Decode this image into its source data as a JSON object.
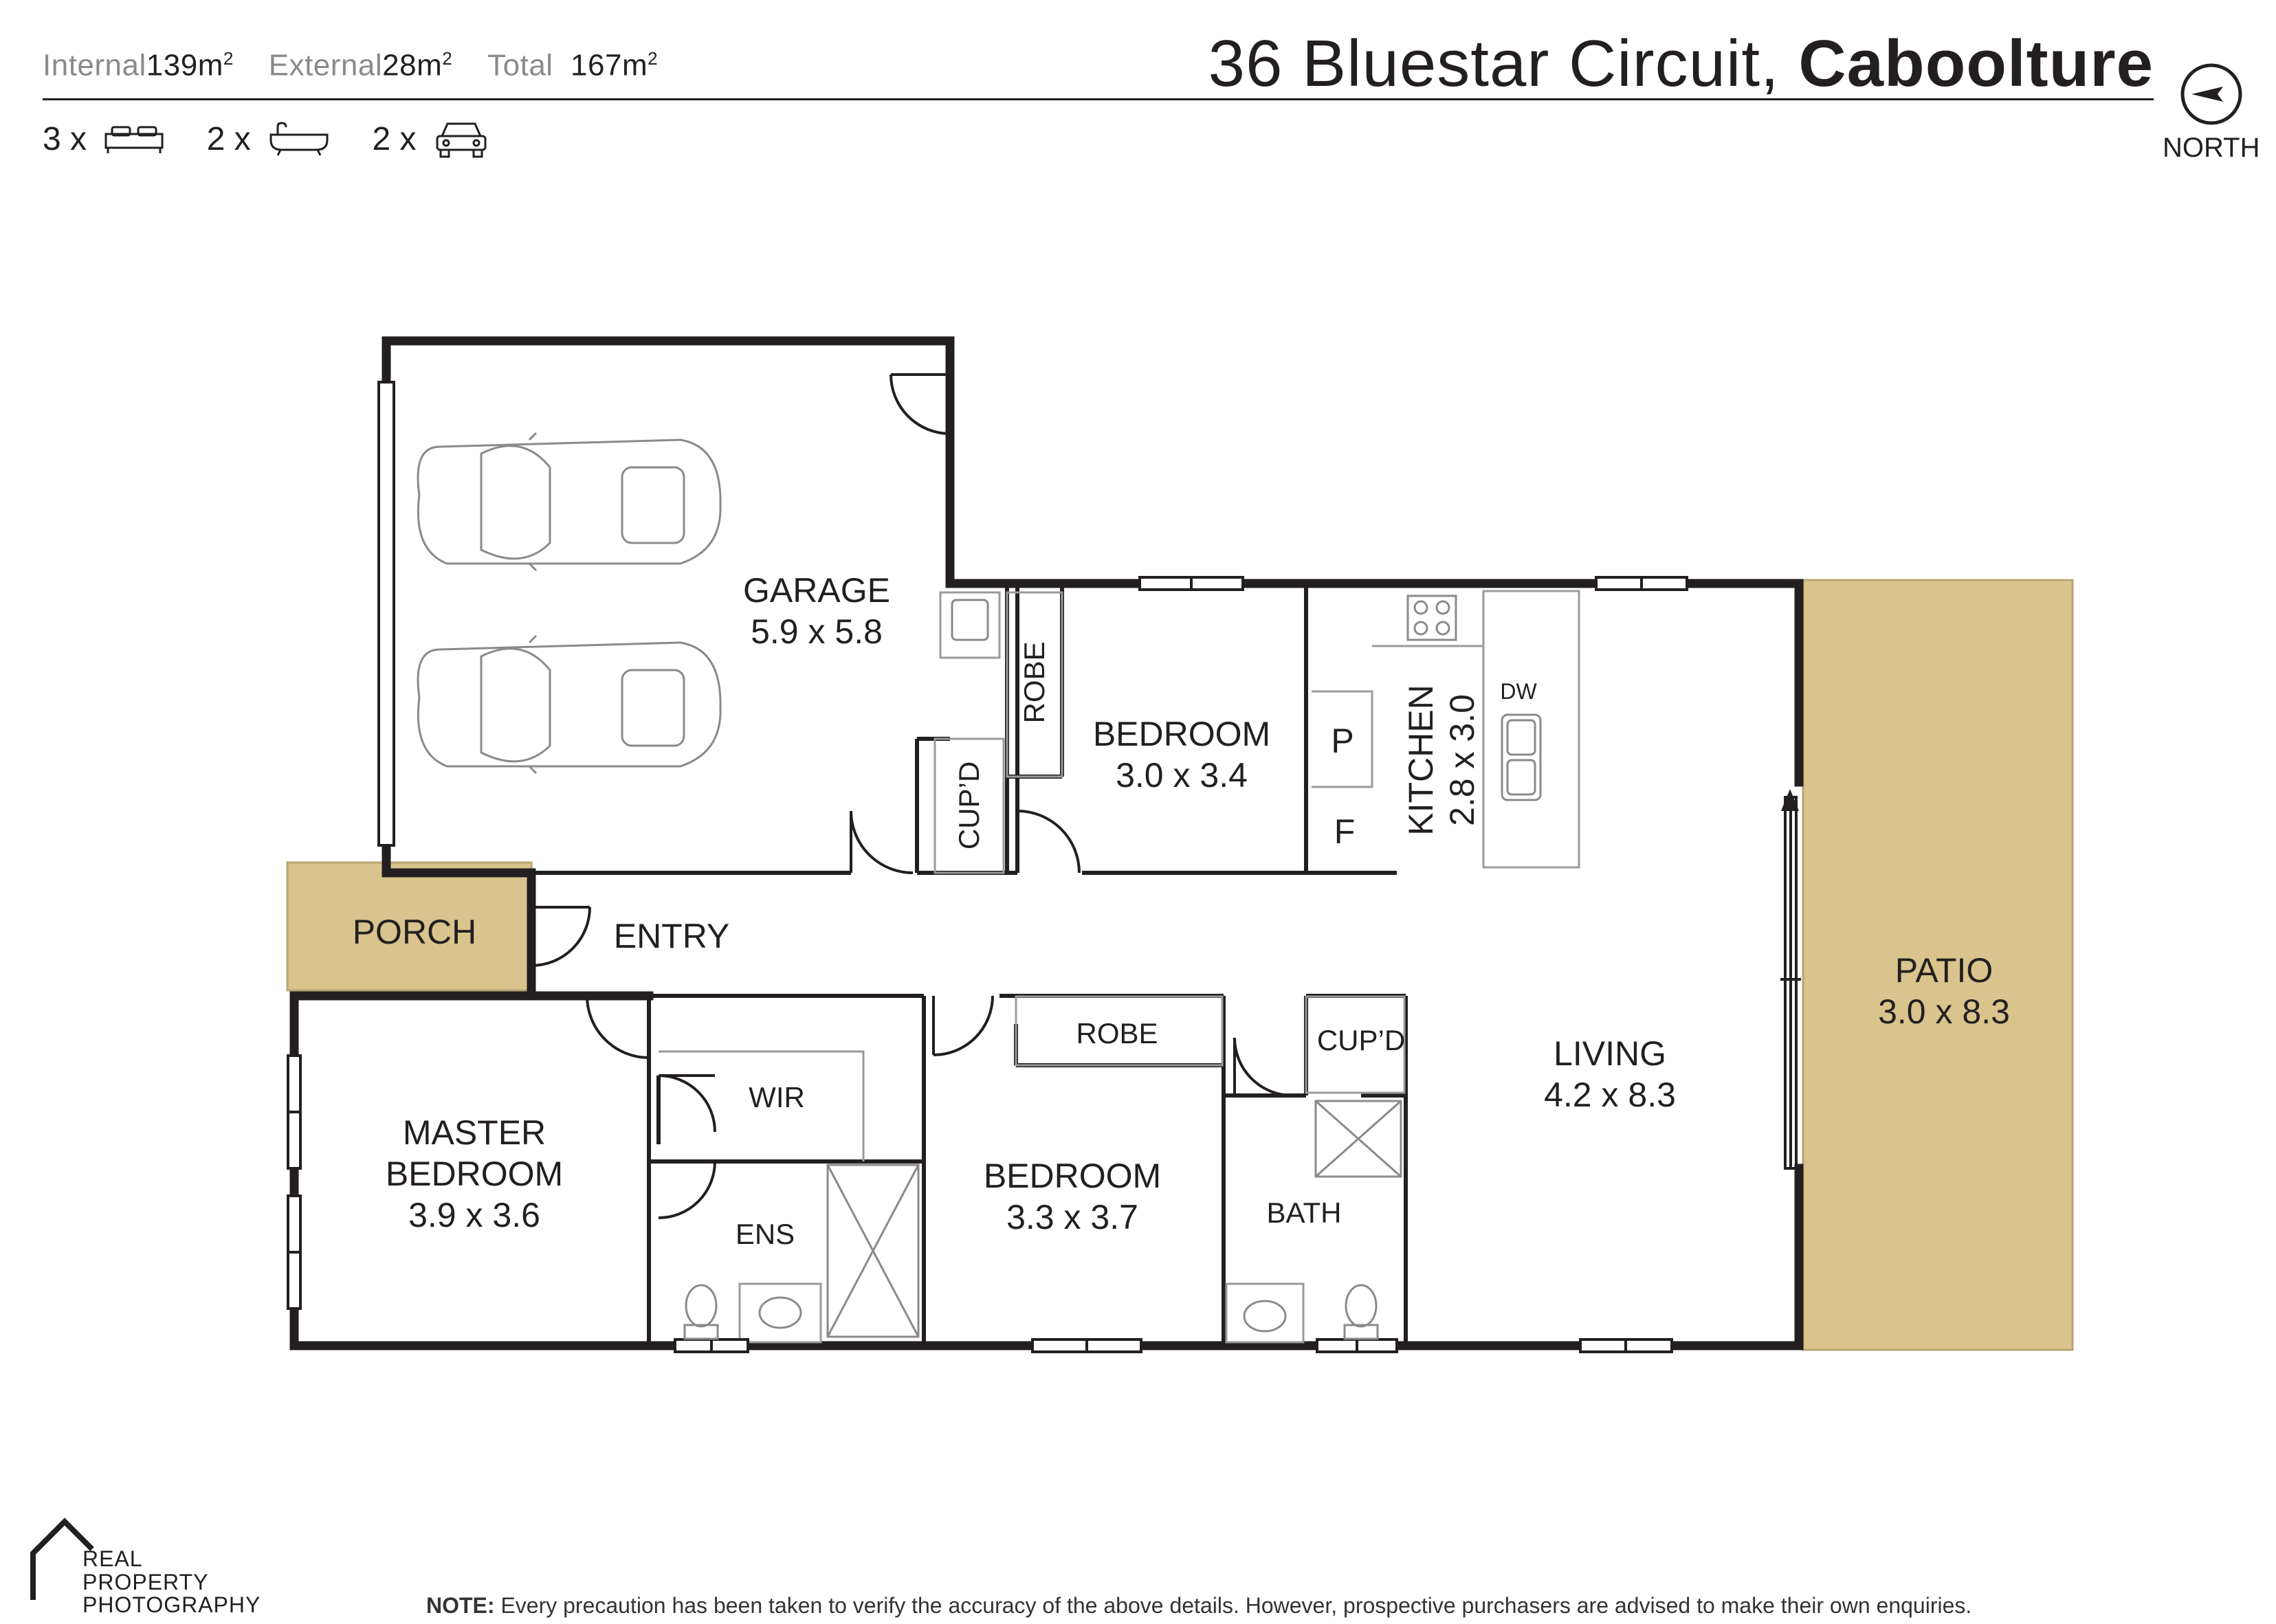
{
  "header": {
    "internal_label": "Internal",
    "internal_value": "139",
    "external_label": "External",
    "external_value": "28",
    "total_label": "Total",
    "total_value": "167",
    "area_unit": "m",
    "area_unit_sup": "2",
    "address_street": "36 Bluestar Circuit,",
    "address_suburb": "Caboolture"
  },
  "features": {
    "bedrooms": "3 x",
    "bathrooms": "2 x",
    "car_spaces": "2 x",
    "icons": [
      "bed-icon",
      "bath-icon",
      "car-icon"
    ]
  },
  "compass": {
    "label": "NORTH",
    "icon": "north-arrow-icon"
  },
  "rooms": {
    "garage": {
      "name": "GARAGE",
      "size": "5.9 x 5.8"
    },
    "robe_top": {
      "name": "ROBE"
    },
    "bedroom_top": {
      "name": "BEDROOM",
      "size": "3.0 x 3.4"
    },
    "cupd_top": {
      "name": "CUP’D"
    },
    "pantry": {
      "name": "P"
    },
    "fridge": {
      "name": "F"
    },
    "kitchen": {
      "name": "KITCHEN",
      "size": "2.8 x 3.0"
    },
    "dishwasher": {
      "name": "DW"
    },
    "porch": {
      "name": "PORCH"
    },
    "entry": {
      "name": "ENTRY"
    },
    "master": {
      "name1": "MASTER",
      "name2": "BEDROOM",
      "size": "3.9 x 3.6"
    },
    "wir": {
      "name": "WIR"
    },
    "ens": {
      "name": "ENS"
    },
    "robe_bottom": {
      "name": "ROBE"
    },
    "bedroom_bottom": {
      "name": "BEDROOM",
      "size": "3.3 x 3.7"
    },
    "cupd_bottom": {
      "name": "CUP’D"
    },
    "bath": {
      "name": "BATH"
    },
    "living": {
      "name": "LIVING",
      "size": "4.2 x 8.3"
    },
    "patio": {
      "name": "PATIO",
      "size": "3.0 x 8.3"
    }
  },
  "colors": {
    "wall": "#231f20",
    "outdoor_fill": "#d9c48d",
    "fixture": "#8a8a8a"
  },
  "footer": {
    "note_label": "NOTE:",
    "note_text": "Every precaution has been taken to verify the accuracy of the above details. However, prospective purchasers are advised to make their own enquiries.",
    "logo_line1": "REAL",
    "logo_line2": "PROPERTY",
    "logo_line3": "PHOTOGRAPHY"
  }
}
